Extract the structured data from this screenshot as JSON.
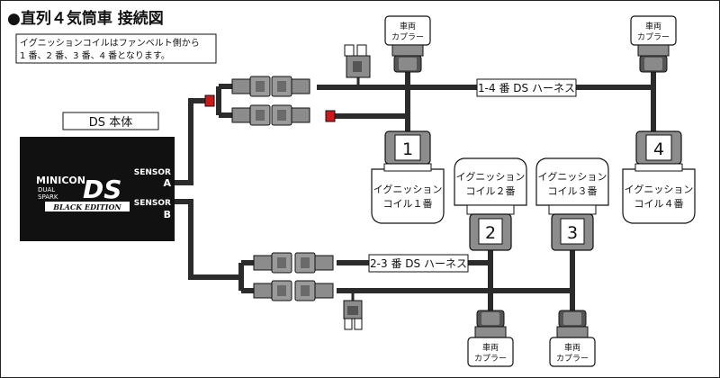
{
  "title": "●直列４気筒車 接続図",
  "note": {
    "line1": "イグニッションコイルはファンベルト側から",
    "line2": "1 番、2 番、3 番、4 番となります。"
  },
  "ds_unit": {
    "label": "DS 本体",
    "brand_top": "MINICON",
    "brand_dual": "DUAL",
    "brand_spark": "SPARK",
    "brand_ds": "DS",
    "edition": "BLACK EDITION",
    "sensor_a_word": "SENSOR",
    "sensor_a_letter": "A",
    "sensor_b_word": "SENSOR",
    "sensor_b_letter": "B"
  },
  "harness": {
    "h14": "1-4 番 DS ハーネス",
    "h23": "2-3 番 DS ハーネス"
  },
  "vehicle_coupler": {
    "line1": "車両",
    "line2": "カプラー"
  },
  "coils": [
    {
      "number": "1",
      "line1": "イグニッション",
      "line2": "コイル１番"
    },
    {
      "number": "2",
      "line1": "イグニッション",
      "line2": "コイル２番"
    },
    {
      "number": "3",
      "line1": "イグニッション",
      "line2": "コイル３番"
    },
    {
      "number": "4",
      "line1": "イグニッション",
      "line2": "コイル４番"
    }
  ],
  "colors": {
    "wire": "#2b2b2b",
    "connector": "#8c8c8c",
    "connector_dark": "#555555",
    "red_marker": "#d01818",
    "unit_bg": "#111111"
  }
}
